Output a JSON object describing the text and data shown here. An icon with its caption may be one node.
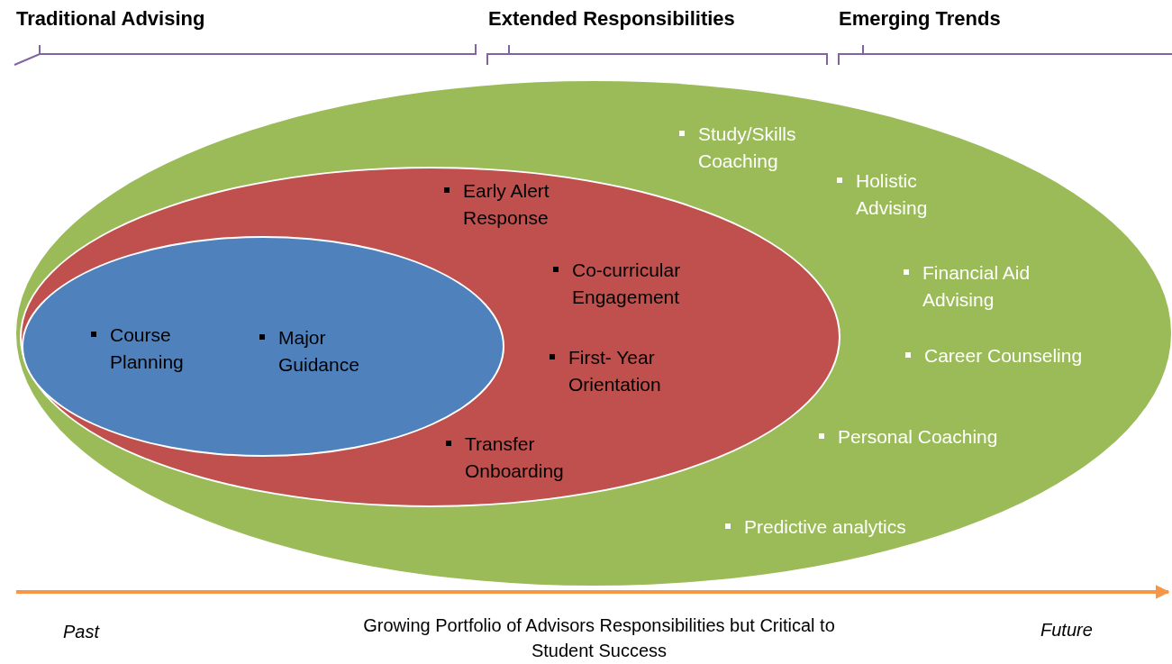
{
  "diagram": {
    "caption": "Growing Portfolio of Advisors Responsibilities but Critical to Student Success",
    "nodes": [
      {
        "text": [
          "Study/Skills Coaching",
          "Holistic Advising",
          "Financial Aid Advising",
          "Career Counseling",
          "Personal Coaching",
          "Predictive analytics"
        ]
      },
      {
        "text": [
          "Early Alert Response",
          "Co-curricular Engagement",
          "First- Year Orientation",
          "Transfer Onboarding"
        ],
        "in": 0
      },
      {
        "text": [
          "Course Planning",
          "Major Guidance"
        ],
        "in": 1
      }
    ],
    "labels": [
      "Traditional Advising",
      "Extended Responsibilities",
      "Emerging Trends",
      "Past",
      "Future"
    ]
  }
}
